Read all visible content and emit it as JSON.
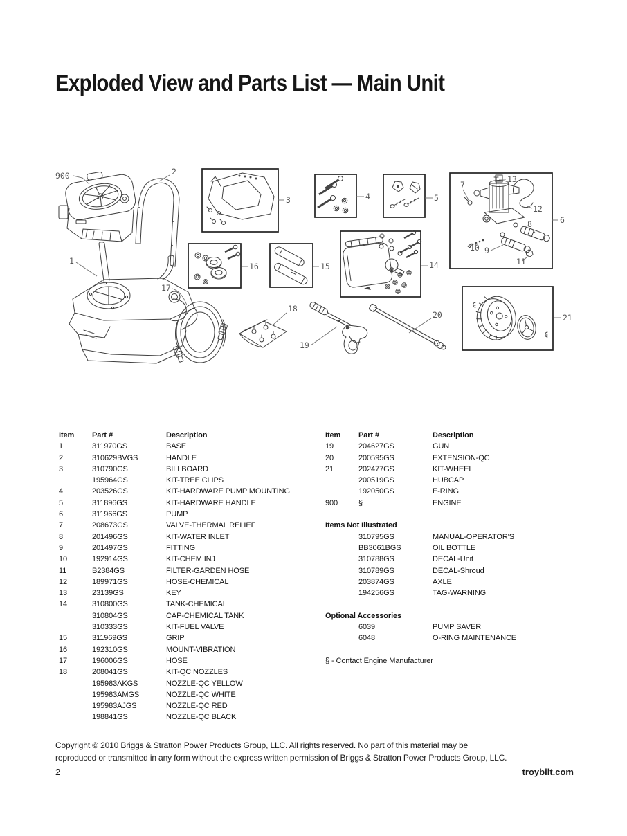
{
  "page": {
    "title": "Exploded View and Parts List — Main Unit",
    "page_number": "2",
    "website": "troybilt.com",
    "copyright": {
      "line1": "Copyright © 2010 Briggs & Stratton Power Products Group, LLC.  All rights reserved.  No part of this material may be",
      "line2": "reproduced or transmitted in any form without the express written permission of Briggs & Stratton Power Products Group, LLC."
    }
  },
  "diagram": {
    "callouts": {
      "c900": "900",
      "c1": "1",
      "c2": "2",
      "c3": "3",
      "c4": "4",
      "c5": "5",
      "c6": "6",
      "c7": "7",
      "c8": "8",
      "c9": "9",
      "c10": "10",
      "c11": "11",
      "c12": "12",
      "c13": "13",
      "c14": "14",
      "c15": "15",
      "c16": "16",
      "c17": "17",
      "c18": "18",
      "c19": "19",
      "c20": "20",
      "c21": "21"
    }
  },
  "parts_left": {
    "headers": {
      "item": "Item",
      "part": "Part #",
      "desc": "Description"
    },
    "rows": [
      {
        "item": "1",
        "part": "311970GS",
        "desc": "BASE"
      },
      {
        "item": "2",
        "part": "310629BVGS",
        "desc": "HANDLE"
      },
      {
        "item": "3",
        "part": "310790GS",
        "desc": "BILLBOARD"
      },
      {
        "item": "",
        "part": "195964GS",
        "desc": "KIT-TREE CLIPS"
      },
      {
        "item": "4",
        "part": "203526GS",
        "desc": "KIT-HARDWARE PUMP MOUNTING"
      },
      {
        "item": "5",
        "part": "311896GS",
        "desc": "KIT-HARDWARE HANDLE"
      },
      {
        "item": "6",
        "part": "311966GS",
        "desc": "PUMP"
      },
      {
        "item": "7",
        "part": "208673GS",
        "desc": "VALVE-THERMAL RELIEF"
      },
      {
        "item": "8",
        "part": "201496GS",
        "desc": "KIT-WATER INLET"
      },
      {
        "item": "9",
        "part": "201497GS",
        "desc": "FITTING"
      },
      {
        "item": "10",
        "part": "192914GS",
        "desc": "KIT-CHEM INJ"
      },
      {
        "item": "11",
        "part": "B2384GS",
        "desc": "FILTER-GARDEN HOSE"
      },
      {
        "item": "12",
        "part": "189971GS",
        "desc": "HOSE-CHEMICAL"
      },
      {
        "item": "13",
        "part": "23139GS",
        "desc": "KEY"
      },
      {
        "item": "14",
        "part": "310800GS",
        "desc": "TANK-CHEMICAL"
      },
      {
        "item": "",
        "part": "310804GS",
        "desc": "CAP-CHEMICAL TANK"
      },
      {
        "item": "",
        "part": "310333GS",
        "desc": "KIT-FUEL VALVE"
      },
      {
        "item": "15",
        "part": "311969GS",
        "desc": "GRIP"
      },
      {
        "item": "16",
        "part": "192310GS",
        "desc": "MOUNT-VIBRATION"
      },
      {
        "item": "17",
        "part": "196006GS",
        "desc": "HOSE"
      },
      {
        "item": "18",
        "part": "208041GS",
        "desc": "KIT-QC NOZZLES"
      },
      {
        "item": "",
        "part": "195983AKGS",
        "desc": "NOZZLE-QC YELLOW"
      },
      {
        "item": "",
        "part": "195983AMGS",
        "desc": "NOZZLE-QC WHITE"
      },
      {
        "item": "",
        "part": "195983AJGS",
        "desc": "NOZZLE-QC RED"
      },
      {
        "item": "",
        "part": "198841GS",
        "desc": "NOZZLE-QC BLACK"
      }
    ]
  },
  "parts_right": {
    "headers": {
      "item": "Item",
      "part": "Part #",
      "desc": "Description"
    },
    "rows": [
      {
        "item": "19",
        "part": "204627GS",
        "desc": "GUN"
      },
      {
        "item": "20",
        "part": "200595GS",
        "desc": "EXTENSION-QC"
      },
      {
        "item": "21",
        "part": "202477GS",
        "desc": "KIT-WHEEL"
      },
      {
        "item": "",
        "part": "200519GS",
        "desc": "HUBCAP"
      },
      {
        "item": "",
        "part": "192050GS",
        "desc": "E-RING"
      },
      {
        "item": "900",
        "part": "§",
        "desc": "ENGINE"
      },
      {
        "spacer": true
      },
      {
        "header": "Items Not Illustrated"
      },
      {
        "item": "",
        "part": "310795GS",
        "desc": "MANUAL-OPERATOR'S"
      },
      {
        "item": "",
        "part": "BB3061BGS",
        "desc": "OIL BOTTLE"
      },
      {
        "item": "",
        "part": "310788GS",
        "desc": "DECAL-Unit"
      },
      {
        "item": "",
        "part": "310789GS",
        "desc": "DECAL-Shroud"
      },
      {
        "item": "",
        "part": "203874GS",
        "desc": "AXLE"
      },
      {
        "item": "",
        "part": "194256GS",
        "desc": "TAG-WARNING"
      },
      {
        "spacer": true
      },
      {
        "header": "Optional Accessories"
      },
      {
        "item": "",
        "part": "6039",
        "desc": "PUMP SAVER"
      },
      {
        "item": "",
        "part": "6048",
        "desc": "O-RING MAINTENANCE"
      },
      {
        "spacer": true
      },
      {
        "note": "§ - Contact Engine Manufacturer"
      }
    ]
  }
}
